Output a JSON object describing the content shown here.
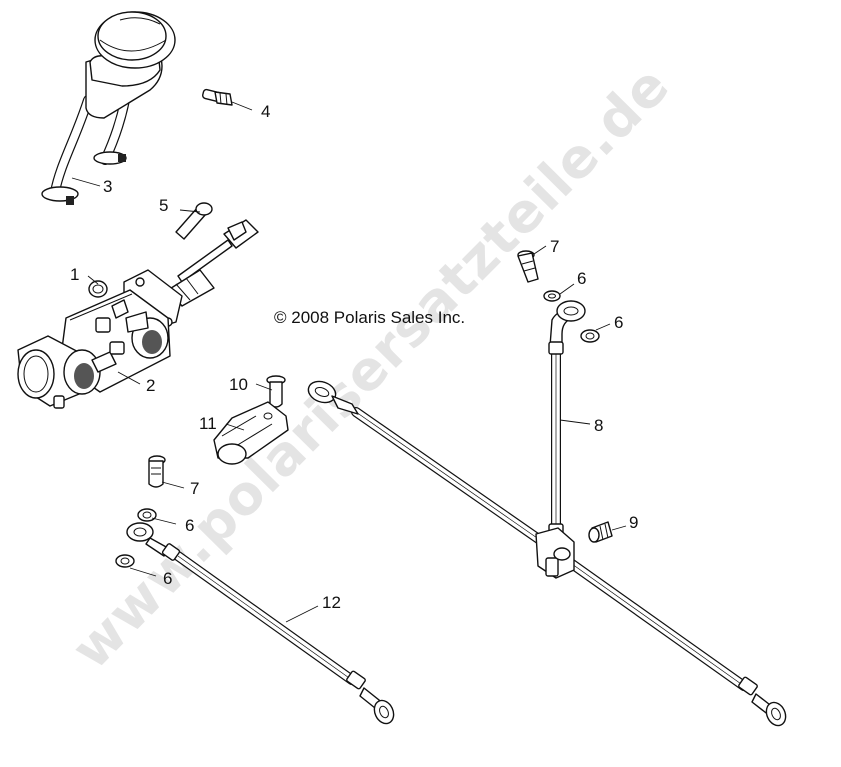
{
  "watermark": "www.polarisersatzteile.de",
  "copyright": "© 2008 Polaris Sales Inc.",
  "callouts": {
    "c1": "1",
    "c2": "2",
    "c3": "3",
    "c4": "4",
    "c5": "5",
    "c6a": "6",
    "c6b": "6",
    "c6c": "6",
    "c6d": "6",
    "c7a": "7",
    "c7b": "7",
    "c8": "8",
    "c9": "9",
    "c10": "10",
    "c11": "11",
    "c12": "12"
  }
}
